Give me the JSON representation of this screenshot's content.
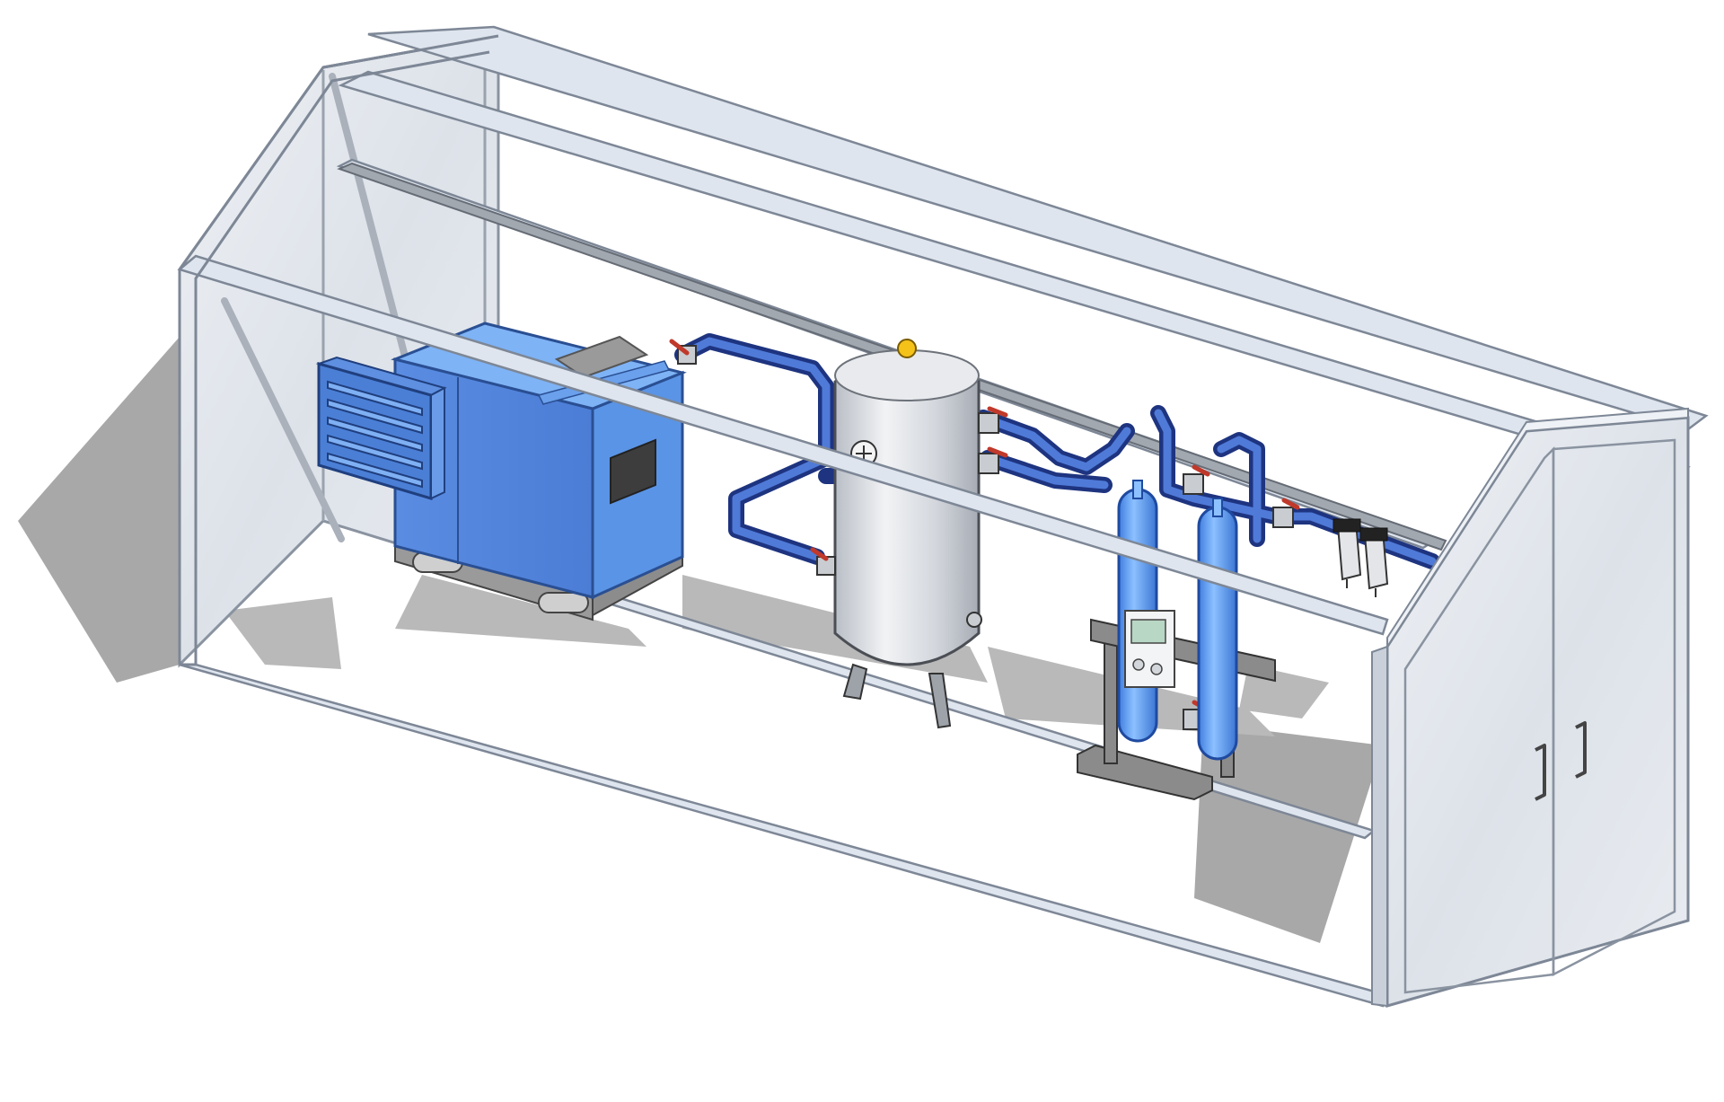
{
  "scene": {
    "subject": "",
    "colors": {
      "frame": "#d6dde8",
      "frame_edge": "#7d8796",
      "panel": "#e4e8ee",
      "shadow": "#a9a9a9",
      "compressor": "#5b8ee0",
      "compressor_light": "#7fb0f4",
      "pipe": "#2f4aa8",
      "pipe_light": "#4f78d8",
      "dryer_tube": "#5a9af0",
      "tank": "#d7dbe0",
      "valve_handle": "#c0392b",
      "dryer_frame": "#8b8b8b"
    },
    "components": [
      {
        "name": "enclosure-frame",
        "icon": "frame-icon"
      },
      {
        "name": "air-compressor",
        "icon": "compressor-icon"
      },
      {
        "name": "cooling-fan-grille",
        "icon": "fan-icon"
      },
      {
        "name": "air-receiver-tank",
        "icon": "tank-icon"
      },
      {
        "name": "adsorption-dryer",
        "icon": "dryer-icon"
      },
      {
        "name": "dryer-controller",
        "icon": "controller-icon"
      },
      {
        "name": "line-filters",
        "icon": "filter-icon"
      },
      {
        "name": "ball-valves",
        "icon": "valve-icon"
      },
      {
        "name": "end-doors",
        "icon": "door-icon"
      }
    ]
  }
}
